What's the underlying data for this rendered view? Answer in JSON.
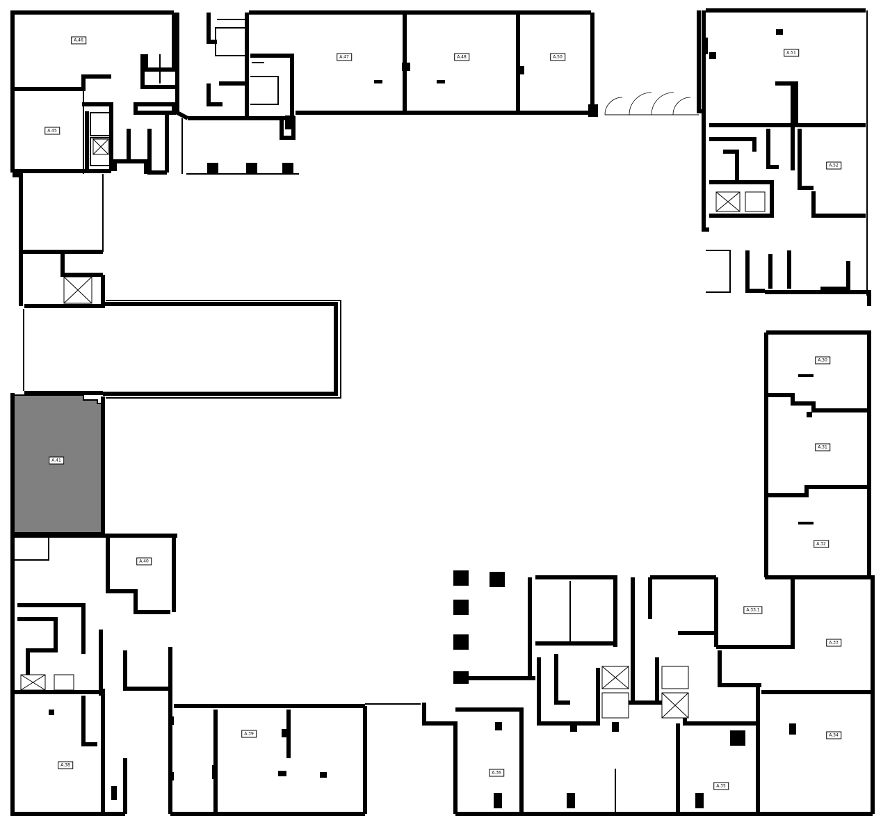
{
  "colors": {
    "wall": "#000000",
    "background": "#ffffff",
    "selected_unit": "#808080"
  },
  "selected_unit": "A.41",
  "units": [
    {
      "id": "a46",
      "label": "A.46"
    },
    {
      "id": "a47",
      "label": "A.47"
    },
    {
      "id": "a48",
      "label": "A.48"
    },
    {
      "id": "a50",
      "label": "A.50"
    },
    {
      "id": "a51",
      "label": "A.51"
    },
    {
      "id": "a45",
      "label": "A.45"
    },
    {
      "id": "a52",
      "label": "A.52"
    },
    {
      "id": "a30",
      "label": "A.30"
    },
    {
      "id": "a31",
      "label": "A.31"
    },
    {
      "id": "a41",
      "label": "A.41"
    },
    {
      "id": "a32",
      "label": "A.32"
    },
    {
      "id": "a40",
      "label": "A.40"
    },
    {
      "id": "a331",
      "label": "A.33.1"
    },
    {
      "id": "a33",
      "label": "A.33"
    },
    {
      "id": "a38",
      "label": "A.38"
    },
    {
      "id": "a39",
      "label": "A.39"
    },
    {
      "id": "a36",
      "label": "A.36"
    },
    {
      "id": "a35",
      "label": "A.35"
    },
    {
      "id": "a34",
      "label": "A.34"
    }
  ]
}
